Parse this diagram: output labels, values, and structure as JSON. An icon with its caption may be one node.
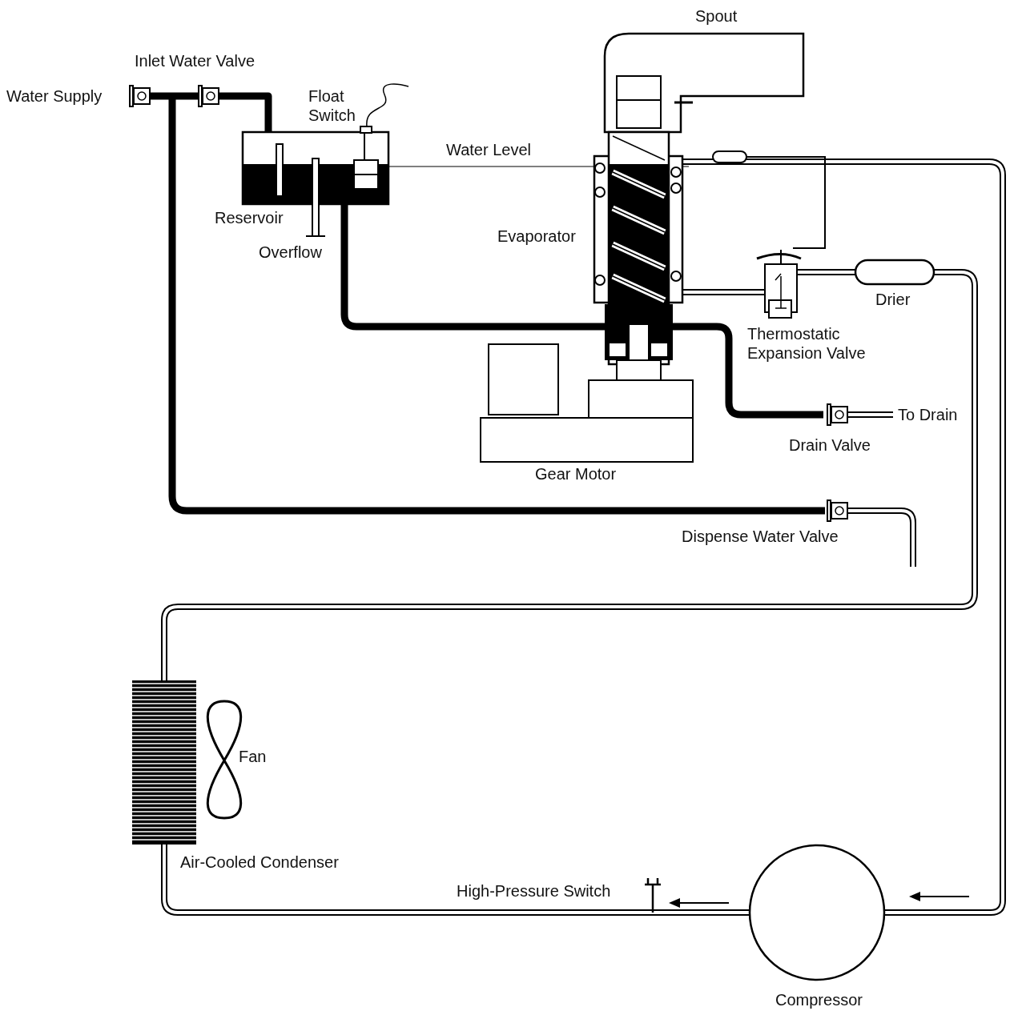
{
  "diagram": {
    "labels": [
      "Spout",
      "Inlet Water Valve",
      "Water Supply",
      "Float Switch",
      "Water Level",
      "Reservoir",
      "Overflow",
      "Evaporator",
      "Drier",
      "Thermostatic Expansion Valve",
      "To Drain",
      "Drain Valve",
      "Gear Motor",
      "Dispense Water Valve",
      "Fan",
      "Air-Cooled Condenser",
      "High-Pressure Switch",
      "Compressor"
    ]
  }
}
